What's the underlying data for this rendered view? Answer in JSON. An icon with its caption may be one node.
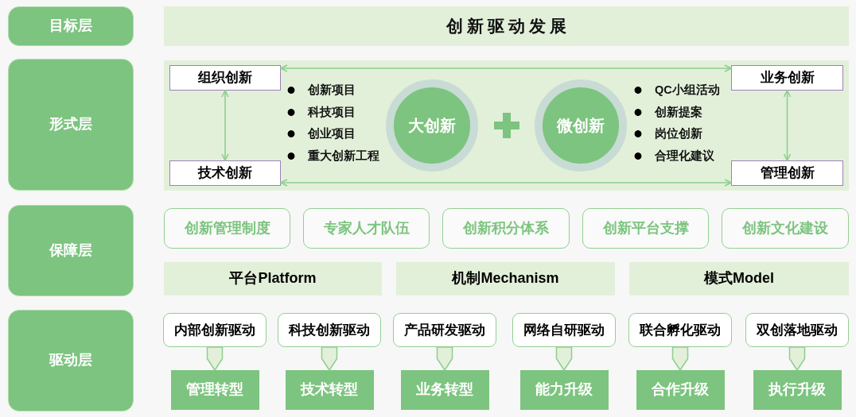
{
  "diagram": {
    "nodes": [
      {
        "text": [
          "目标层"
        ]
      },
      {
        "text": [
          "创新驱动发展"
        ]
      },
      {
        "text": [
          "形式层"
        ]
      },
      {
        "text": [],
        "shape": "box"
      },
      {
        "text": [
          "组织创新"
        ],
        "in": 3
      },
      {
        "text": [
          "技术创新"
        ],
        "in": 3
      },
      {
        "text": [
          "大创新"
        ],
        "in": 3,
        "beside": [
          "创新项目",
          "科技项目",
          "创业项目",
          "重大创新工程"
        ]
      },
      {
        "text": [
          "微创新"
        ],
        "in": 3,
        "beside": [
          "QC小组活动",
          "创新提案",
          "岗位创新",
          "合理化建议"
        ]
      },
      {
        "text": [
          "业务创新"
        ],
        "in": 3
      },
      {
        "text": [
          "管理创新"
        ],
        "in": 3
      },
      {
        "text": [
          "保障层"
        ]
      },
      {
        "text": [
          "创新管理制度"
        ]
      },
      {
        "text": [
          "专家人才队伍"
        ]
      },
      {
        "text": [
          "创新积分体系"
        ]
      },
      {
        "text": [
          "创新平台支撑"
        ]
      },
      {
        "text": [
          "创新文化建设"
        ]
      },
      {
        "text": [
          "平台Platform"
        ]
      },
      {
        "text": [
          "机制Mechanism"
        ]
      },
      {
        "text": [
          "模式Model"
        ]
      },
      {
        "text": [
          "驱动层"
        ]
      },
      {
        "text": [
          "内部创新驱动"
        ]
      },
      {
        "text": [
          "科技创新驱动"
        ]
      },
      {
        "text": [
          "产品研发驱动"
        ]
      },
      {
        "text": [
          "网络自研驱动"
        ]
      },
      {
        "text": [
          "联合孵化驱动"
        ]
      },
      {
        "text": [
          "双创落地驱动"
        ]
      },
      {
        "text": [
          "管理转型"
        ]
      },
      {
        "text": [
          "技术转型"
        ]
      },
      {
        "text": [
          "业务转型"
        ]
      },
      {
        "text": [
          "能力升级"
        ]
      },
      {
        "text": [
          "合作升级"
        ]
      },
      {
        "text": [
          "执行升级"
        ]
      }
    ],
    "edges": [
      {
        "from": 4,
        "to": 5,
        "arrow": "both"
      },
      {
        "from": 8,
        "to": 9,
        "arrow": "both"
      },
      {
        "from": 4,
        "to": 8,
        "arrow": "both"
      },
      {
        "from": 5,
        "to": 9,
        "arrow": "both"
      },
      {
        "from": 20,
        "to": 26,
        "arrow": "to"
      },
      {
        "from": 21,
        "to": 27,
        "arrow": "to"
      },
      {
        "from": 22,
        "to": 28,
        "arrow": "to"
      },
      {
        "from": 23,
        "to": 29,
        "arrow": "to"
      },
      {
        "from": 24,
        "to": 30,
        "arrow": "to"
      },
      {
        "from": 25,
        "to": 31,
        "arrow": "to"
      }
    ]
  }
}
